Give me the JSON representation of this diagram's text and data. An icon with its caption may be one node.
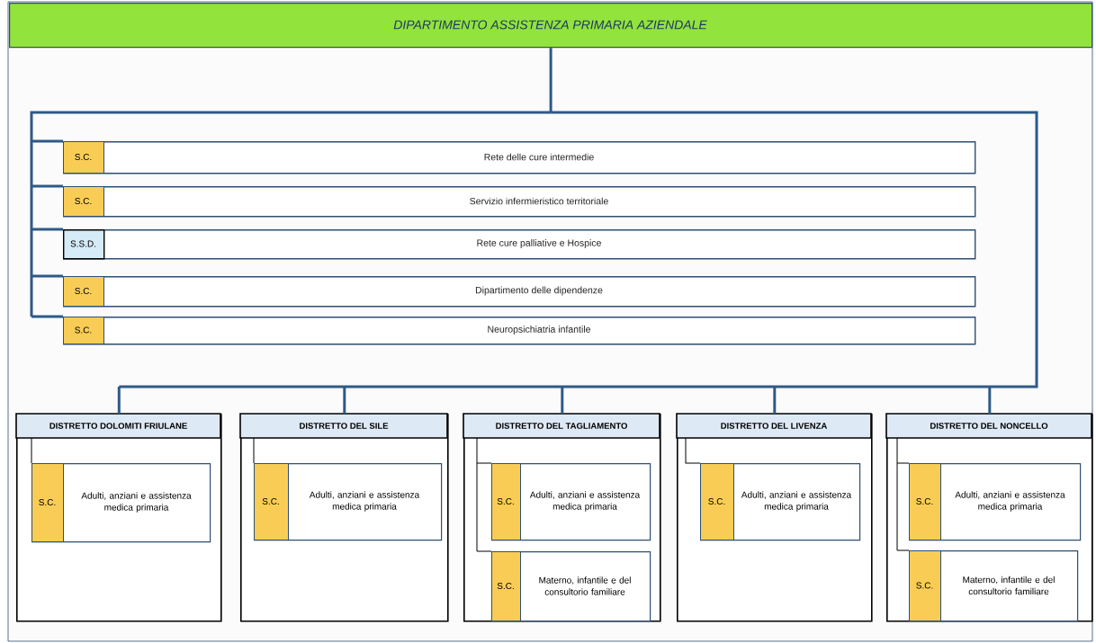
{
  "diagram": {
    "nodes": [
      {
        "text": [
          "DIPARTIMENTO ASSISTENZA PRIMARIA AZIENDALE"
        ]
      },
      {
        "text": [
          "Rete delle cure intermedie"
        ]
      },
      {
        "text": [
          "S.C."
        ],
        "in": 1
      },
      {
        "text": [
          "Servizio infermieristico territoriale"
        ]
      },
      {
        "text": [
          "S.C."
        ],
        "in": 3
      },
      {
        "text": [
          "Rete cure palliative e Hospice"
        ]
      },
      {
        "text": [
          "S.S.D."
        ],
        "in": 5
      },
      {
        "text": [
          "Dipartimento delle dipendenze"
        ]
      },
      {
        "text": [
          "S.C."
        ],
        "in": 7
      },
      {
        "text": [
          "Neuropsichiatria infantile"
        ]
      },
      {
        "text": [
          "S.C."
        ],
        "in": 9
      },
      {
        "text": [
          "DISTRETTO DOLOMITI FRIULANE"
        ]
      },
      {
        "text": [
          "Adulti, anziani e assistenza medica primaria"
        ],
        "in": 11
      },
      {
        "text": [
          "S.C."
        ],
        "in": 12
      },
      {
        "text": [
          "DISTRETTO DEL SILE"
        ]
      },
      {
        "text": [
          "Adulti, anziani e assistenza medica primaria"
        ],
        "in": 14
      },
      {
        "text": [
          "S.C."
        ],
        "in": 15
      },
      {
        "text": [
          "DISTRETTO DEL TAGLIAMENTO"
        ]
      },
      {
        "text": [
          "Adulti, anziani e assistenza medica primaria"
        ],
        "in": 17
      },
      {
        "text": [
          "S.C."
        ],
        "in": 18
      },
      {
        "text": [
          "Materno, infantile e del consultorio familiare"
        ],
        "in": 17
      },
      {
        "text": [
          "S.C."
        ],
        "in": 20
      },
      {
        "text": [
          "DISTRETTO DEL LIVENZA"
        ]
      },
      {
        "text": [
          "Adulti, anziani e assistenza medica primaria"
        ],
        "in": 22
      },
      {
        "text": [
          "S.C."
        ],
        "in": 23
      },
      {
        "text": [
          "DISTRETTO DEL NONCELLO"
        ]
      },
      {
        "text": [
          "Adulti, anziani e assistenza medica primaria"
        ],
        "in": 25
      },
      {
        "text": [
          "S.C."
        ],
        "in": 26
      },
      {
        "text": [
          "Materno, infantile e del consultorio familiare"
        ],
        "in": 25
      },
      {
        "text": [
          "S.C."
        ],
        "in": 28
      }
    ],
    "edges": [
      {
        "from": 0,
        "to": 1,
        "arrow": "none"
      },
      {
        "from": 0,
        "to": 3,
        "arrow": "none"
      },
      {
        "from": 0,
        "to": 5,
        "arrow": "none"
      },
      {
        "from": 0,
        "to": 7,
        "arrow": "none"
      },
      {
        "from": 0,
        "to": 9,
        "arrow": "none"
      },
      {
        "from": 0,
        "to": 11,
        "arrow": "none"
      },
      {
        "from": 0,
        "to": 14,
        "arrow": "none"
      },
      {
        "from": 0,
        "to": 17,
        "arrow": "none"
      },
      {
        "from": 0,
        "to": 22,
        "arrow": "none"
      },
      {
        "from": 0,
        "to": 25,
        "arrow": "none"
      },
      {
        "from": 11,
        "to": 12,
        "arrow": "none",
        "color": "#000000"
      },
      {
        "from": 14,
        "to": 15,
        "arrow": "none",
        "color": "#000000"
      },
      {
        "from": 17,
        "to": 18,
        "arrow": "none",
        "color": "#000000"
      },
      {
        "from": 17,
        "to": 20,
        "arrow": "none",
        "color": "#000000"
      },
      {
        "from": 22,
        "to": 23,
        "arrow": "none",
        "color": "#000000"
      },
      {
        "from": 25,
        "to": 26,
        "arrow": "none",
        "color": "#000000"
      },
      {
        "from": 25,
        "to": 28,
        "arrow": "none",
        "color": "#000000"
      }
    ]
  }
}
